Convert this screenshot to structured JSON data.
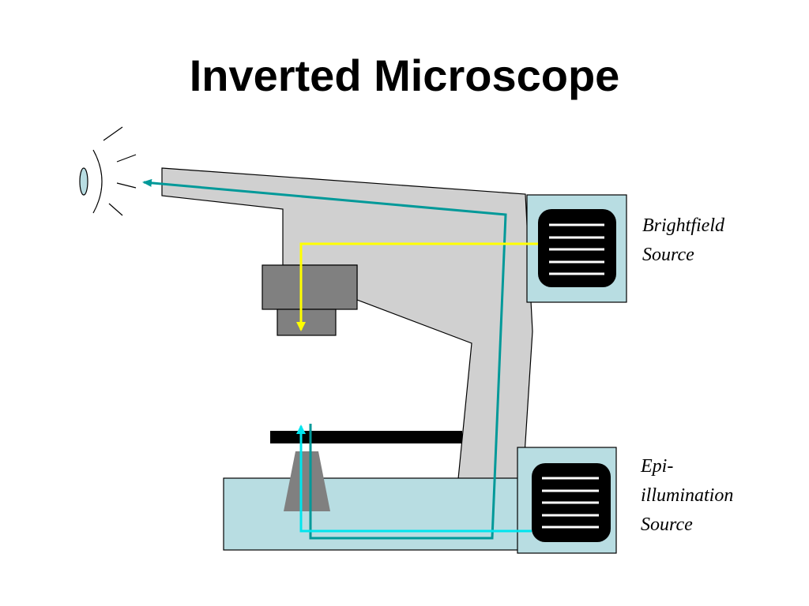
{
  "slide": {
    "title": "Inverted Microscope"
  },
  "labels": {
    "brightfield": [
      "Brightfield",
      "Source"
    ],
    "epi": [
      "Epi-",
      "illumination",
      "Source"
    ]
  },
  "colors": {
    "body": "#d0d0d0",
    "base": "#b8dde2",
    "lamp_housing": "#b8dde2",
    "lamp": "#000000",
    "objective": "#808080",
    "stage": "#000000",
    "brightfield_path": "#ffff00",
    "epi_path": "#00e5ee",
    "image_path": "#009999",
    "eye": "#b8dde2"
  },
  "icons": {
    "eye": "eye-icon",
    "brightfield_lamp": "lamp-icon",
    "epi_lamp": "lamp-icon"
  }
}
